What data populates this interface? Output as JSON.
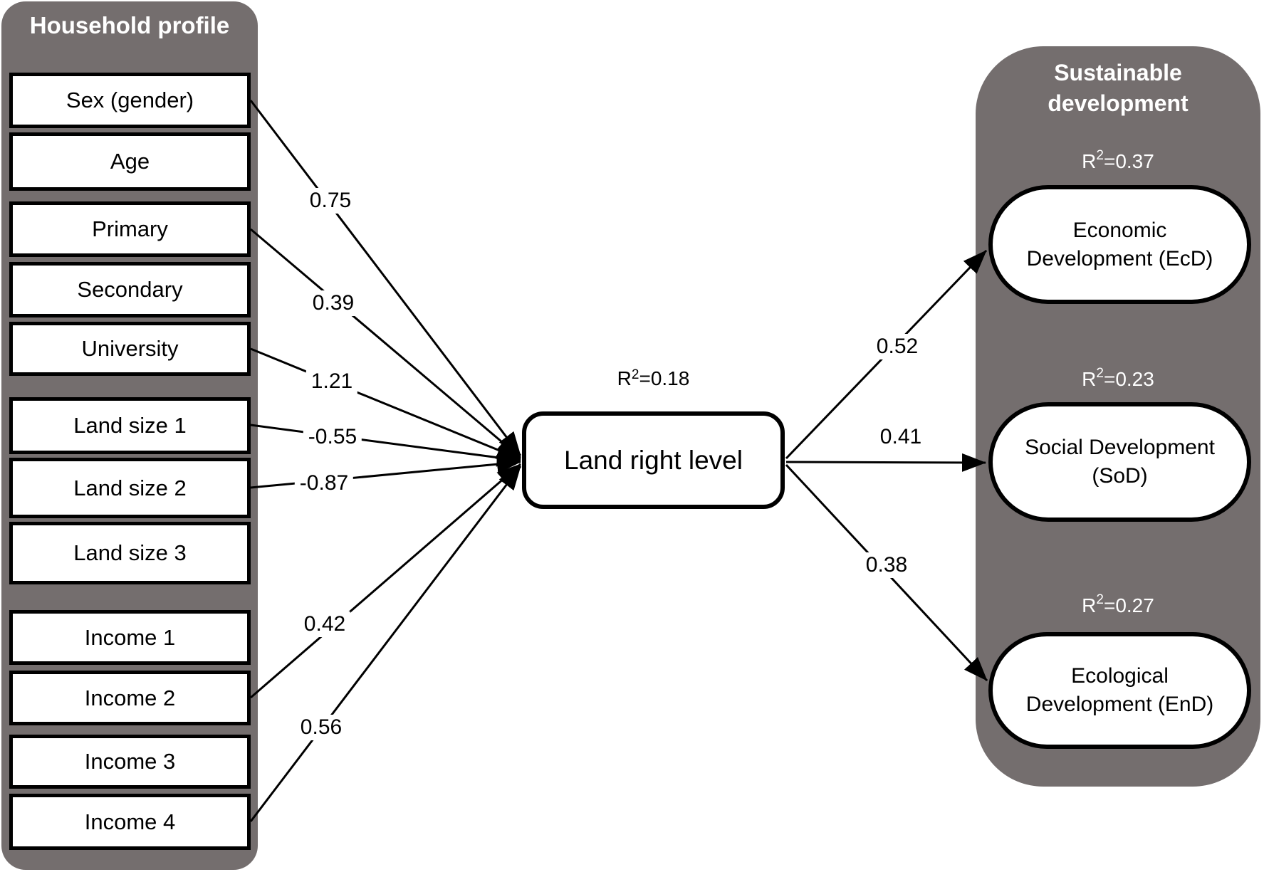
{
  "colors": {
    "panel_gray": "#746e6e",
    "node_fill": "#ffffff",
    "line_black": "#000000",
    "text_dark": "#000000",
    "text_light": "#ffffff"
  },
  "left_panel": {
    "title": "Household profile",
    "boxes": [
      "Sex (gender)",
      "Age",
      "Primary",
      "Secondary",
      "University",
      "Land size 1",
      "Land size 2",
      "Land size 3",
      "Income 1",
      "Income 2",
      "Income 3",
      "Income 4"
    ]
  },
  "center_node": {
    "label": "Land right level",
    "r2_base": "R",
    "r2_sup": "2",
    "r2_value": "=0.18"
  },
  "right_panel": {
    "title_line1": "Sustainable",
    "title_line2": "development",
    "nodes": [
      {
        "line1": "Economic",
        "line2": "Development (EcD)",
        "r2_base": "R",
        "r2_sup": "2",
        "r2_value": "=0.37"
      },
      {
        "line1": "Social Development",
        "line2": "(SoD)",
        "r2_base": "R",
        "r2_sup": "2",
        "r2_value": "=0.23"
      },
      {
        "line1": "Ecological",
        "line2": "Development (EnD)",
        "r2_base": "R",
        "r2_sup": "2",
        "r2_value": "=0.27"
      }
    ]
  },
  "paths_left": [
    {
      "from": "Sex (gender)",
      "to": "Land right level",
      "value": "0.75"
    },
    {
      "from": "Primary",
      "to": "Land right level",
      "value": "0.39"
    },
    {
      "from": "University",
      "to": "Land right level",
      "value": "1.21"
    },
    {
      "from": "Land size 1",
      "to": "Land right level",
      "value": "-0.55"
    },
    {
      "from": "Land size 2",
      "to": "Land right level",
      "value": "-0.87"
    },
    {
      "from": "Income 2",
      "to": "Land right level",
      "value": "0.42"
    },
    {
      "from": "Income 4",
      "to": "Land right level",
      "value": "0.56"
    }
  ],
  "paths_right": [
    {
      "from": "Land right level",
      "to": "Economic Development (EcD)",
      "value": "0.52"
    },
    {
      "from": "Land right level",
      "to": "Social Development (SoD)",
      "value": "0.41"
    },
    {
      "from": "Land right level",
      "to": "Ecological Development (EnD)",
      "value": "0.38"
    }
  ]
}
